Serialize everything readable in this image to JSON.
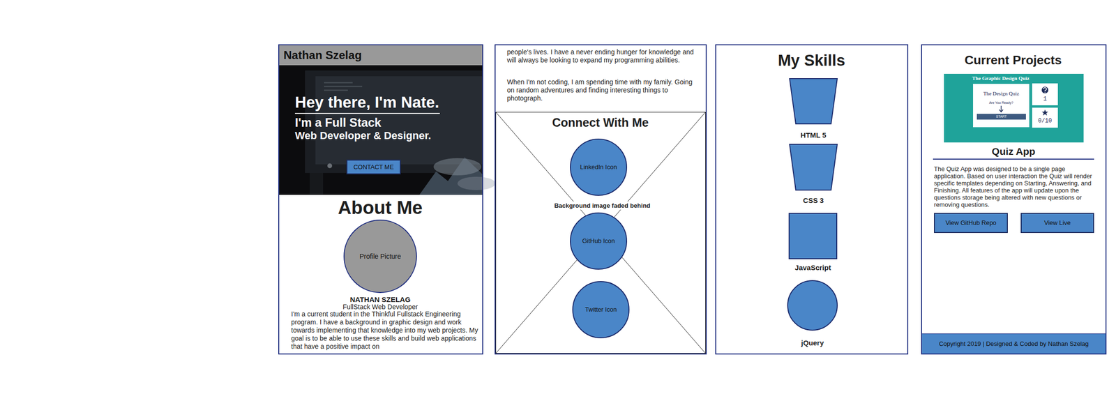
{
  "diagram": {
    "nodes": [
      {
        "text": [
          "About Me",
          "NATHAN SZELAG",
          "FullStack Web Developer",
          "I'm a current student in the Thinkful Fullstack Engineering program. I have a background in graphic design and work towards implementing that knowledge into my web projects. My goal is to be able to use these skills and build web applications that have a positive impact on"
        ]
      },
      {
        "text": [
          "Nathan Szelag"
        ],
        "in": 0
      },
      {
        "text": [
          "Hey there, I'm Nate.",
          "I'm a Full Stack",
          "Web Developer & Designer."
        ],
        "in": 0
      },
      {
        "text": [
          "CONTACT ME"
        ],
        "in": 2
      },
      {
        "text": [
          "Profile Picture"
        ],
        "in": 0
      },
      {
        "text": [
          "people's lives. I have a never ending hunger for knowledge and will always be looking to expand my programming abilities.",
          "When I'm not coding, I am spending time with my family. Going on random adventures and finding interesting things to photograph."
        ]
      },
      {
        "text": [
          "Connect With Me",
          "Background image faded behind"
        ],
        "in": 5
      },
      {
        "text": [
          "LinkedIn Icon"
        ],
        "in": 6
      },
      {
        "text": [
          "GitHub Icon"
        ],
        "in": 6
      },
      {
        "text": [
          "Twitter Icon"
        ],
        "in": 6
      },
      {
        "text": [
          "My Skills"
        ]
      },
      {
        "text": [
          "HTML 5"
        ],
        "in": 10
      },
      {
        "text": [
          "CSS 3"
        ],
        "in": 10
      },
      {
        "text": [
          "JavaScript"
        ],
        "in": 10
      },
      {
        "text": [
          "jQuery"
        ],
        "in": 10
      },
      {
        "text": [
          "Current Projects",
          "Quiz App",
          "The Quiz App was designed to be a single page application. Based on user interaction the Quiz will render specific templates depending on Starting, Answering, and Finishing. All features of the app will update upon the questions storage being altered with new questions or removing questions."
        ]
      },
      {
        "text": [
          "The Graphic Design Quiz"
        ],
        "in": 15
      },
      {
        "text": [
          "The Design Quiz",
          "Are You Ready?"
        ],
        "in": 16
      },
      {
        "text": [
          "START"
        ],
        "in": 17
      },
      {
        "text": [
          "1"
        ],
        "in": 16
      },
      {
        "text": [
          "0/10"
        ],
        "in": 16
      },
      {
        "text": [
          "View GitHub Repo"
        ],
        "in": 15
      },
      {
        "text": [
          "View Live"
        ],
        "in": 15
      },
      {
        "text": [
          "Copyright 2019 | Designed & Coded by Nathan Szelag"
        ],
        "in": 15
      }
    ],
    "edges": []
  }
}
